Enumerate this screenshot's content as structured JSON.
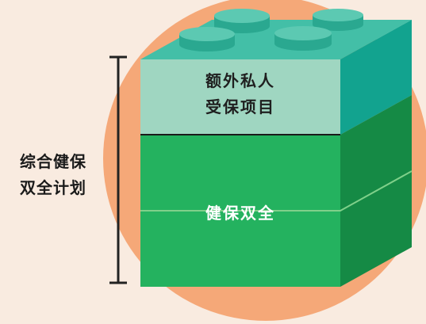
{
  "diagram": {
    "side_label": {
      "line1": "综合健保",
      "line2": "双全计划"
    },
    "top_block": {
      "line1": "额外私人",
      "line2": "受保项目"
    },
    "bottom_block": {
      "label": "健保双全"
    }
  },
  "colors": {
    "background": "#f9ebe0",
    "circle": "#f5a878",
    "top_block_face": "#9fd6c1",
    "top_block_side": "#12a38f",
    "top_block_top": "#43bfa7",
    "bottom_block_face": "#24b25f",
    "bottom_block_side": "#158a45",
    "bracket": "#222222"
  }
}
